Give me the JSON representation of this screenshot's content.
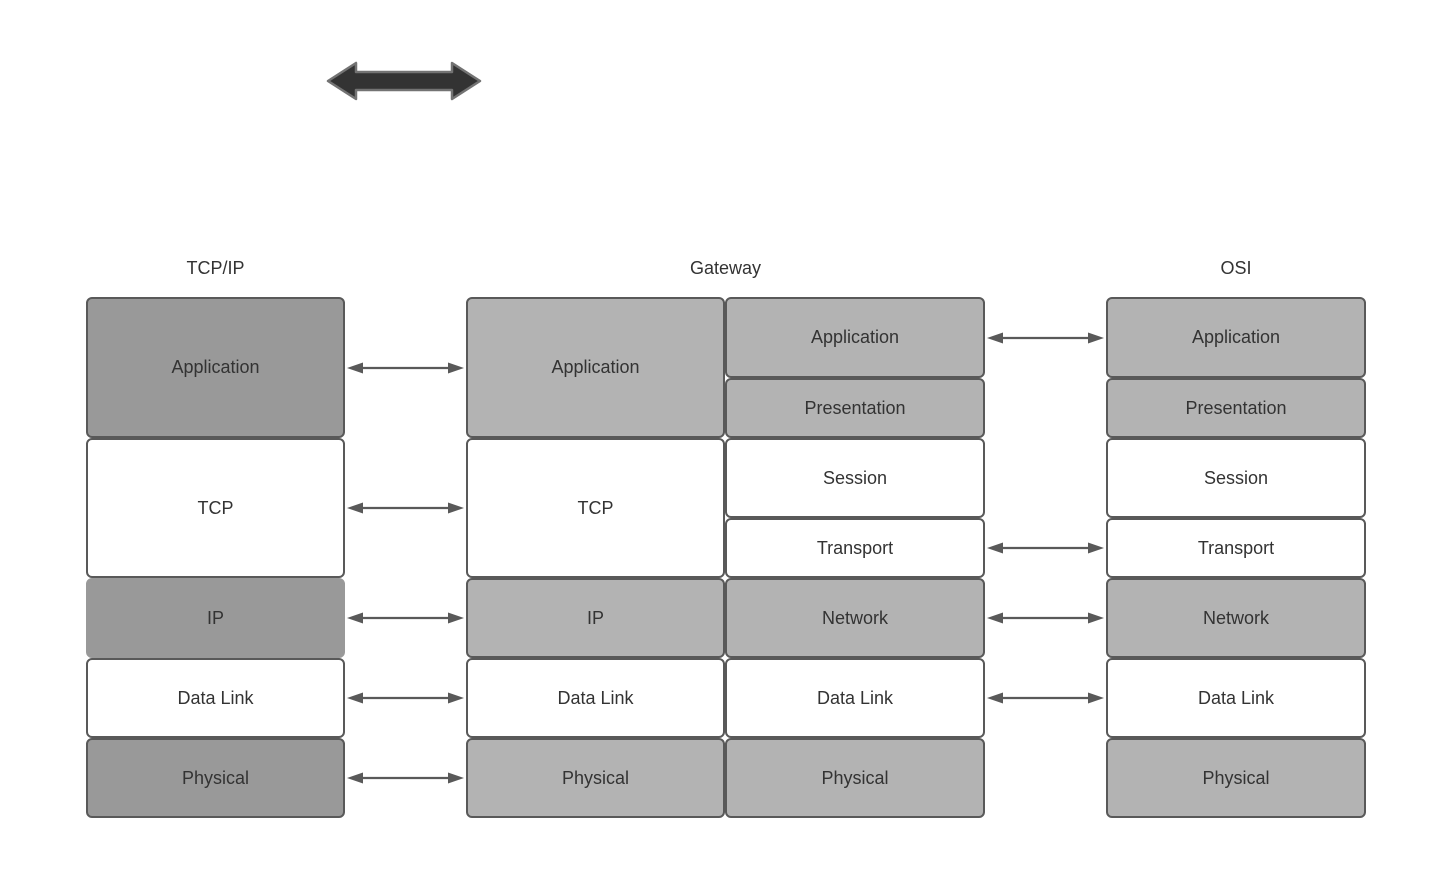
{
  "diagram": {
    "title_hint": "TCP/IP vs OSI reference model comparison through a Gateway",
    "top_arrow_icon": "double-headed-arrow",
    "headers": {
      "tcpip": "TCP/IP",
      "gateway": "Gateway",
      "osi": "OSI"
    },
    "stacks": {
      "tcpip": {
        "layers": [
          "Application",
          "TCP",
          "IP",
          "Data Link",
          "Physical"
        ]
      },
      "gateway_left": {
        "layers": [
          "Application",
          "TCP",
          "IP",
          "Data Link",
          "Physical"
        ]
      },
      "gateway_right": {
        "layers": [
          "Application",
          "Presentation",
          "Session",
          "Transport",
          "Network",
          "Data Link",
          "Physical"
        ]
      },
      "osi": {
        "layers": [
          "Application",
          "Presentation",
          "Session",
          "Transport",
          "Network",
          "Data Link",
          "Physical"
        ]
      }
    },
    "connections": {
      "tcpip_to_gateway_rows": [
        "Application",
        "TCP",
        "IP",
        "Data Link",
        "Physical"
      ],
      "gateway_to_osi_rows": [
        "Application",
        "Transport",
        "Network",
        "Data Link"
      ]
    },
    "colors": {
      "tcpip_gray_fill": "#999999",
      "gateway_osi_gray_fill": "#b3b3b3",
      "white_fill": "#ffffff",
      "box_border": "#595959",
      "connector_arrow": "#595959",
      "block_arrow_fill": "#333333",
      "block_arrow_stroke": "#737373",
      "text": "#333333",
      "background": "#ffffff"
    }
  }
}
